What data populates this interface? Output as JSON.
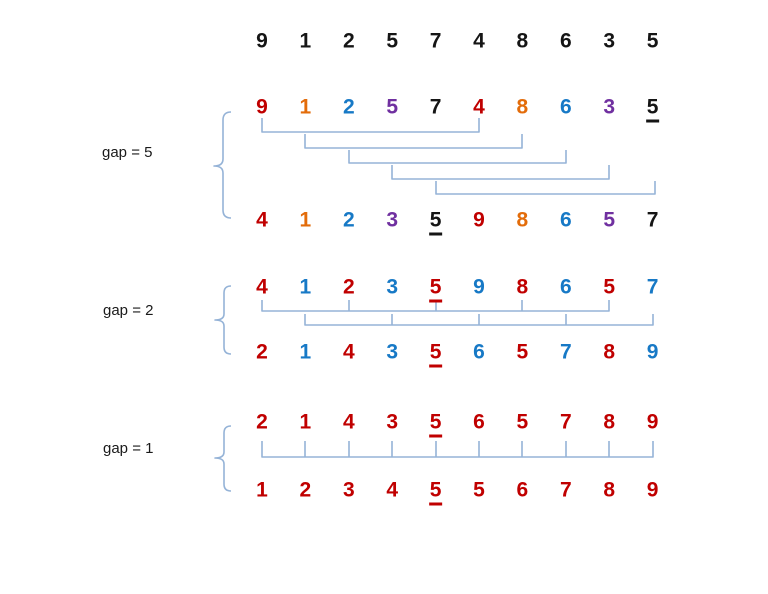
{
  "sections": [
    {
      "name": "gap5",
      "label": "gap = 5"
    },
    {
      "name": "gap2",
      "label": "gap = 2"
    },
    {
      "name": "gap1",
      "label": "gap = 1"
    }
  ],
  "rows": [
    {
      "name": "input",
      "digits": [
        {
          "v": "9",
          "s": "black"
        },
        {
          "v": "1",
          "s": "black"
        },
        {
          "v": "2",
          "s": "black"
        },
        {
          "v": "5",
          "s": "black"
        },
        {
          "v": "7",
          "s": "black"
        },
        {
          "v": "4",
          "s": "black"
        },
        {
          "v": "8",
          "s": "black"
        },
        {
          "v": "6",
          "s": "black"
        },
        {
          "v": "3",
          "s": "black"
        },
        {
          "v": "5",
          "s": "black"
        }
      ]
    },
    {
      "name": "gap5-before",
      "digits": [
        {
          "v": "9",
          "s": "red"
        },
        {
          "v": "1",
          "s": "orange"
        },
        {
          "v": "2",
          "s": "blue"
        },
        {
          "v": "5",
          "s": "purple"
        },
        {
          "v": "7",
          "s": "black"
        },
        {
          "v": "4",
          "s": "red"
        },
        {
          "v": "8",
          "s": "orange"
        },
        {
          "v": "6",
          "s": "blue"
        },
        {
          "v": "3",
          "s": "purple"
        },
        {
          "v": "5",
          "s": "black u"
        }
      ]
    },
    {
      "name": "gap5-after",
      "digits": [
        {
          "v": "4",
          "s": "red"
        },
        {
          "v": "1",
          "s": "orange"
        },
        {
          "v": "2",
          "s": "blue"
        },
        {
          "v": "3",
          "s": "purple"
        },
        {
          "v": "5",
          "s": "black u"
        },
        {
          "v": "9",
          "s": "red"
        },
        {
          "v": "8",
          "s": "orange"
        },
        {
          "v": "6",
          "s": "blue"
        },
        {
          "v": "5",
          "s": "purple"
        },
        {
          "v": "7",
          "s": "black"
        }
      ]
    },
    {
      "name": "gap2-before",
      "digits": [
        {
          "v": "4",
          "s": "red"
        },
        {
          "v": "1",
          "s": "blue"
        },
        {
          "v": "2",
          "s": "red"
        },
        {
          "v": "3",
          "s": "blue"
        },
        {
          "v": "5",
          "s": "red u"
        },
        {
          "v": "9",
          "s": "blue"
        },
        {
          "v": "8",
          "s": "red"
        },
        {
          "v": "6",
          "s": "blue"
        },
        {
          "v": "5",
          "s": "red"
        },
        {
          "v": "7",
          "s": "blue"
        }
      ]
    },
    {
      "name": "gap2-after",
      "digits": [
        {
          "v": "2",
          "s": "red"
        },
        {
          "v": "1",
          "s": "blue"
        },
        {
          "v": "4",
          "s": "red"
        },
        {
          "v": "3",
          "s": "blue"
        },
        {
          "v": "5",
          "s": "red u"
        },
        {
          "v": "6",
          "s": "blue"
        },
        {
          "v": "5",
          "s": "red"
        },
        {
          "v": "7",
          "s": "blue"
        },
        {
          "v": "8",
          "s": "red"
        },
        {
          "v": "9",
          "s": "blue"
        }
      ]
    },
    {
      "name": "gap1-before",
      "digits": [
        {
          "v": "2",
          "s": "red"
        },
        {
          "v": "1",
          "s": "red"
        },
        {
          "v": "4",
          "s": "red"
        },
        {
          "v": "3",
          "s": "red"
        },
        {
          "v": "5",
          "s": "red u"
        },
        {
          "v": "6",
          "s": "red"
        },
        {
          "v": "5",
          "s": "red"
        },
        {
          "v": "7",
          "s": "red"
        },
        {
          "v": "8",
          "s": "red"
        },
        {
          "v": "9",
          "s": "red"
        }
      ]
    },
    {
      "name": "gap1-after",
      "digits": [
        {
          "v": "1",
          "s": "red"
        },
        {
          "v": "2",
          "s": "red"
        },
        {
          "v": "3",
          "s": "red"
        },
        {
          "v": "4",
          "s": "red"
        },
        {
          "v": "5",
          "s": "red u"
        },
        {
          "v": "5",
          "s": "red"
        },
        {
          "v": "6",
          "s": "red"
        },
        {
          "v": "7",
          "s": "red"
        },
        {
          "v": "8",
          "s": "red"
        },
        {
          "v": "9",
          "s": "red"
        }
      ]
    }
  ],
  "colors": {
    "red": "#C00000",
    "orange": "#E36C0A",
    "blue": "#1779C6",
    "purple": "#7030A0",
    "black": "#151515",
    "bracket": "#95B3D7"
  }
}
